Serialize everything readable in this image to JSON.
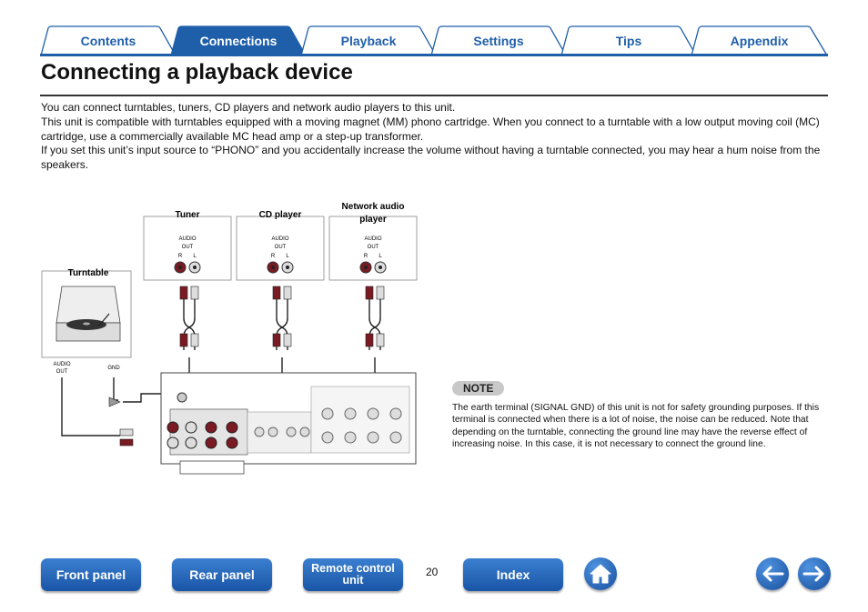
{
  "tabs": [
    {
      "label": "Contents",
      "active": false
    },
    {
      "label": "Connections",
      "active": true
    },
    {
      "label": "Playback",
      "active": false
    },
    {
      "label": "Settings",
      "active": false
    },
    {
      "label": "Tips",
      "active": false
    },
    {
      "label": "Appendix",
      "active": false
    }
  ],
  "colors": {
    "accent": "#1f5faa",
    "tab_active": "#1f5faa",
    "tab_inactive_fill": "#ffffff",
    "button": "#2a6ac0"
  },
  "page_title": "Connecting a playback device",
  "intro": [
    "You can connect turntables, tuners, CD players and network audio players to this unit.",
    "This unit is compatible with turntables equipped with a moving magnet (MM) phono cartridge. When you connect to a turntable with a low output moving coil (MC) cartridge, use a commercially available MC head amp or a step-up transformer.",
    "If you set this unit’s input source to “PHONO” and you accidentally increase the volume without having a turntable connected, you may hear a hum noise from the speakers."
  ],
  "diagram": {
    "devices": {
      "tuner": "Tuner",
      "cd_player": "CD player",
      "network_player_line1": "Network audio",
      "network_player_line2": "player",
      "turntable": "Turntable"
    },
    "audio_label": "AUDIO",
    "out_label": "OUT",
    "r_label": "R",
    "l_label": "L",
    "gnd_label": "GND"
  },
  "note": {
    "badge": "NOTE",
    "text": "The earth terminal (SIGNAL GND) of this unit is not for safety grounding purposes. If this terminal is connected when there is a lot of noise, the noise can be reduced. Note that depending on the turntable, connecting the ground line may have the reverse effect of increasing noise. In this case, it is not necessary to connect the ground line."
  },
  "footer": {
    "front_panel": "Front panel",
    "rear_panel": "Rear panel",
    "remote_line1": "Remote control",
    "remote_line2": "unit",
    "page_number": "20",
    "index": "Index",
    "home_icon": "home-icon",
    "back_icon": "arrow-left-icon",
    "forward_icon": "arrow-right-icon"
  }
}
